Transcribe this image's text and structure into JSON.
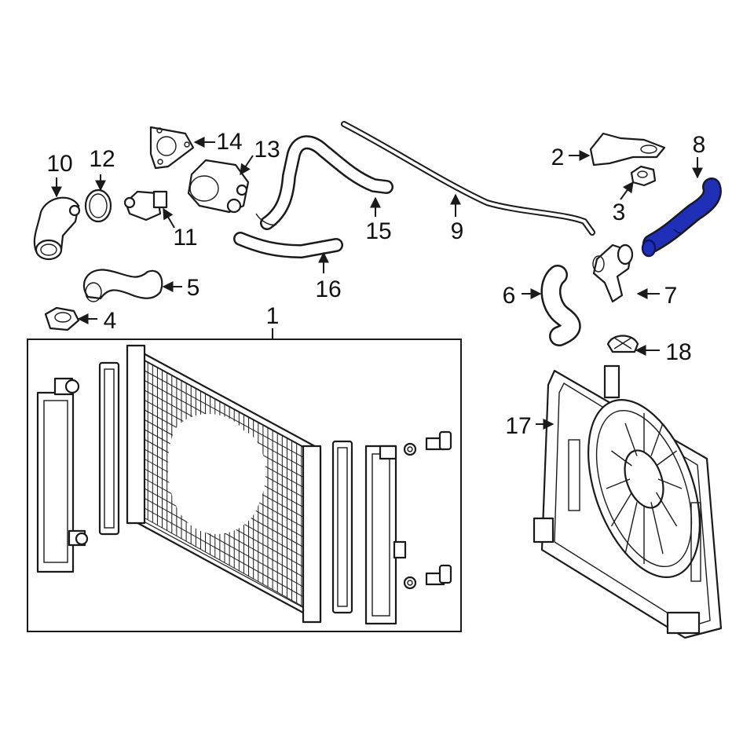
{
  "callouts": {
    "p1": "1",
    "p2": "2",
    "p3": "3",
    "p4": "4",
    "p5": "5",
    "p6": "6",
    "p7": "7",
    "p8": "8",
    "p9": "9",
    "p10": "10",
    "p11": "11",
    "p12": "12",
    "p13": "13",
    "p14": "14",
    "p15": "15",
    "p16": "16",
    "p17": "17",
    "p18": "18"
  },
  "highlight_color": "#1f2fb8"
}
